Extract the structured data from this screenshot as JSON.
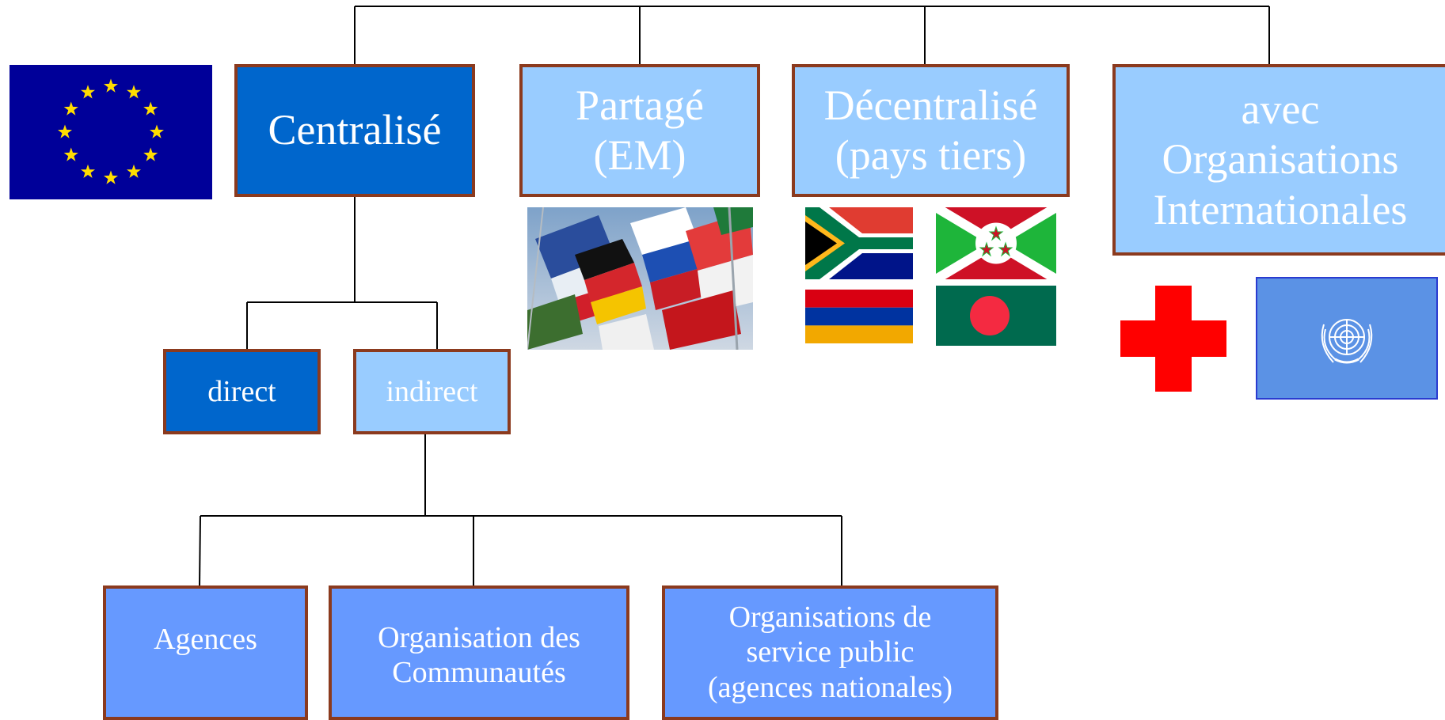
{
  "nodes": {
    "centralise": {
      "label": "Centralisé"
    },
    "partage": {
      "line1": "Partagé",
      "line2": "(EM)"
    },
    "decentralise": {
      "line1": "Décentralisé",
      "line2": "(pays tiers)"
    },
    "avec_oi": {
      "line1": "avec",
      "line2": "Organisations",
      "line3": "Internationales"
    },
    "direct": {
      "label": "direct"
    },
    "indirect": {
      "label": "indirect"
    },
    "agences": {
      "label": "Agences"
    },
    "organisation_communautes": {
      "line1": "Organisation des",
      "line2": "Communautés"
    },
    "organisations_service_public": {
      "line1": "Organisations de",
      "line2": "service public",
      "line3": "(agences nationales)"
    }
  },
  "images": {
    "eu_flag": "eu-flag-icon",
    "member_state_flags": "flags-photo",
    "third_country_flags": [
      "south-africa-flag-icon",
      "burundi-flag-icon",
      "armenia-flag-icon",
      "bangladesh-flag-icon"
    ],
    "international_org_logos": [
      "red-cross-icon",
      "un-flag-icon"
    ]
  },
  "colors": {
    "box_border": "#8b3a1e",
    "dark_box": "#0066cc",
    "light_box": "#99ccff",
    "mid_box": "#6699ff",
    "eu_blue": "#000099",
    "eu_star": "#ffdd00",
    "red_cross": "#ff0000",
    "un_blue": "#5b92e5"
  }
}
